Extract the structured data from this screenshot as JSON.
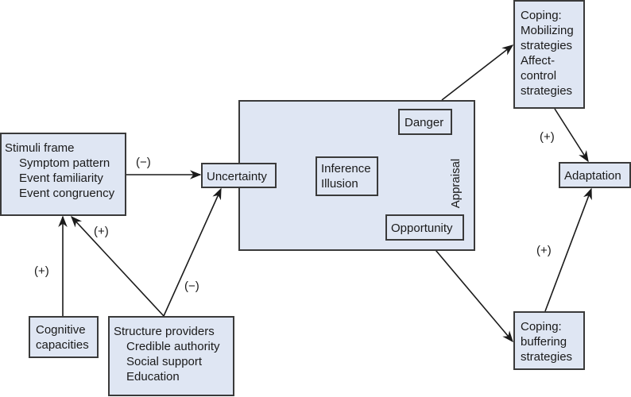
{
  "diagram": {
    "nodes": {
      "stimuli": {
        "title": "Stimuli frame",
        "items": [
          "Symptom pattern",
          "Event familiarity",
          "Event congruency"
        ]
      },
      "uncertainty": {
        "title": "Uncertainty"
      },
      "appraisal": {
        "title": "Appraisal"
      },
      "inference": {
        "lines": [
          "Inference",
          "Illusion"
        ]
      },
      "danger": {
        "title": "Danger"
      },
      "opportunity": {
        "title": "Opportunity"
      },
      "coping_mobilizing": {
        "lines": [
          "Coping:",
          "Mobilizing",
          "strategies",
          "Affect-",
          "control",
          "strategies"
        ]
      },
      "adaptation": {
        "title": "Adaptation"
      },
      "coping_buffering": {
        "lines": [
          "Coping:",
          "buffering",
          "strategies"
        ]
      },
      "cognitive": {
        "lines": [
          "Cognitive",
          "capacities"
        ]
      },
      "structure": {
        "title": "Structure providers",
        "items": [
          "Credible authority",
          "Social support",
          "Education"
        ]
      }
    },
    "edge_labels": {
      "stimuli_to_uncertainty": "(−)",
      "structure_to_uncertainty": "(−)",
      "structure_to_stimuli": "(+)",
      "cognitive_to_stimuli": "(+)",
      "mobilizing_to_adaptation": "(+)",
      "buffering_to_adaptation": "(+)"
    },
    "colors": {
      "box_fill": "#dfe6f3",
      "stroke": "#1a1a1a"
    }
  }
}
